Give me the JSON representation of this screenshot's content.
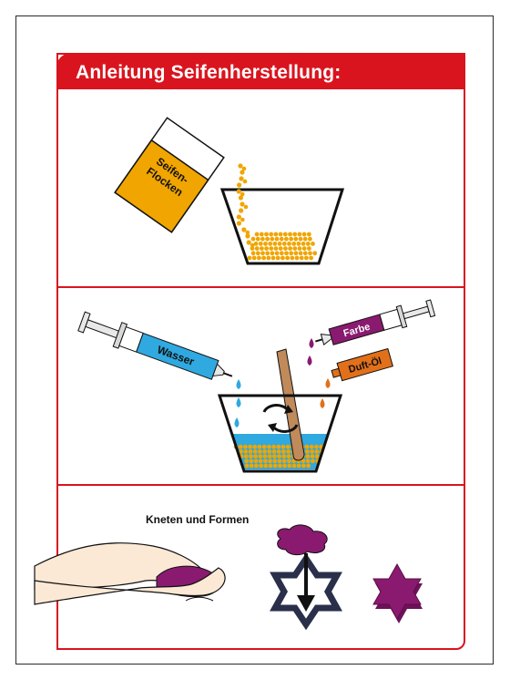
{
  "header": {
    "title": "Anleitung Seifenherstellung:"
  },
  "step1": {
    "bag_label_line1": "Seifen-",
    "bag_label_line2": "Flocken"
  },
  "step2": {
    "syringe_water_label": "Wasser",
    "syringe_color_label": "Farbe",
    "bottle_label": "Duft-Öl"
  },
  "step3": {
    "caption": "Kneten und Formen"
  },
  "colors": {
    "accent": "#d9141e",
    "flakes": "#f0a500",
    "water": "#2fa9df",
    "soap_purple": "#8a1a6f",
    "bottle": "#e2701a",
    "stick": "#c08a5a"
  }
}
